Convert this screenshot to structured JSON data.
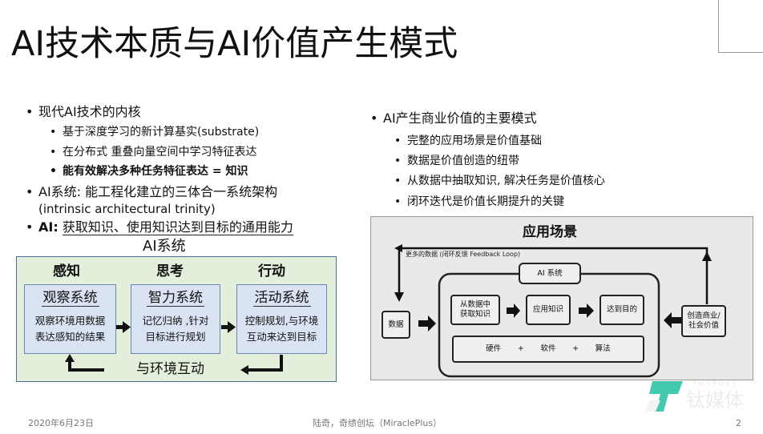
{
  "title": "AI技术本质与AI价值产生模式",
  "left": {
    "b1": "现代AI技术的内核",
    "b1_items": [
      "基于深度学习的新计算基实(substrate)",
      "在分布式 重叠向量空间中学习特征表达",
      "能有效解决多种任务特征表达 = 知识"
    ],
    "b2": "AI系统: 能工程化建立的三体合一系统架构",
    "b2_sub": "(intrinsic architectural trinity)",
    "b3_label": "AI:",
    "b3_text": "获取知识、使用知识达到目标的通用能力",
    "diagram": {
      "title": "AI系统",
      "stages": [
        {
          "heading": "感知",
          "box": "观察系统",
          "desc1": "观察环境用数据",
          "desc2": "表达感知的结果"
        },
        {
          "heading": "思考",
          "box": "智力系统",
          "desc1": "记忆归纳 ,针对",
          "desc2": "目标进行规划"
        },
        {
          "heading": "行动",
          "box": "活动系统",
          "desc1": "控制规划,与环境",
          "desc2": "互动来达到目标"
        }
      ],
      "loop": "与环境互动"
    }
  },
  "right": {
    "heading": "AI产生商业价值的主要模式",
    "items": [
      "完整的应用场景是价值基础",
      "数据是价值创造的纽带",
      "从数据中抽取知识, 解决任务是价值核心",
      "闭环迭代是价值长期提升的关键"
    ],
    "diagram": {
      "title": "应用场景",
      "feedback": "更多的数据 (闭环反馈 Feedback Loop)",
      "ai_system": "AI 系统",
      "data": "数据",
      "step1": "从数据中获取知识",
      "step2": "应用知识",
      "step3": "达到目的",
      "stack": [
        "硬件",
        "+",
        "软件",
        "+",
        "算法"
      ],
      "value": "创造商业/社会价值"
    }
  },
  "watermark": {
    "brand": "钛媒体",
    "en": "TMTPOST",
    "color": "#2ec4a8"
  },
  "footer": {
    "date": "2020年6月23日",
    "author": "陆奇，奇绩创坛（MiraclePlus）",
    "page": "2"
  }
}
